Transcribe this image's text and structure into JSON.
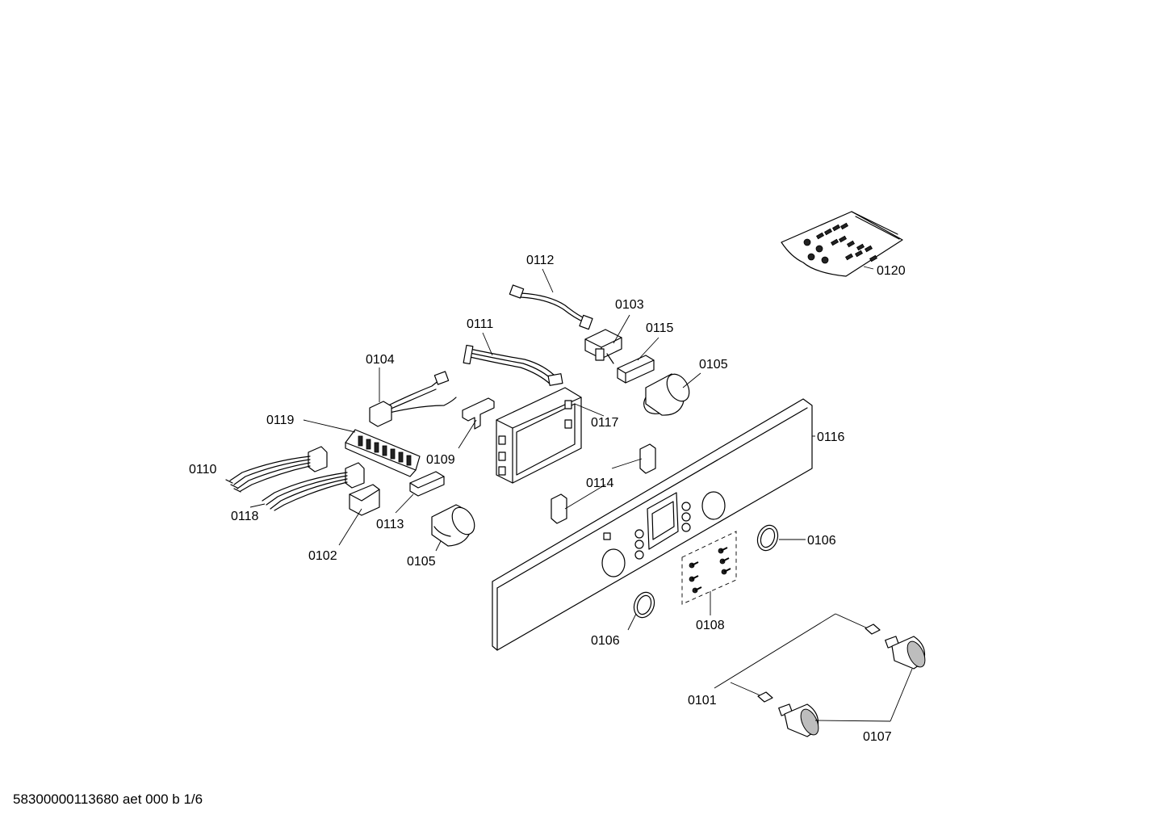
{
  "labels": {
    "p0101": "0101",
    "p0102": "0102",
    "p0103": "0103",
    "p0104": "0104",
    "p0105a": "0105",
    "p0105b": "0105",
    "p0106a": "0106",
    "p0106b": "0106",
    "p0107": "0107",
    "p0108": "0108",
    "p0109": "0109",
    "p0110": "0110",
    "p0111": "0111",
    "p0112": "0112",
    "p0113": "0113",
    "p0114": "0114",
    "p0115": "0115",
    "p0116": "0116",
    "p0117": "0117",
    "p0118": "0118",
    "p0119": "0119",
    "p0120": "0120"
  },
  "footer": "58300000113680 aet 000 b 1/6"
}
